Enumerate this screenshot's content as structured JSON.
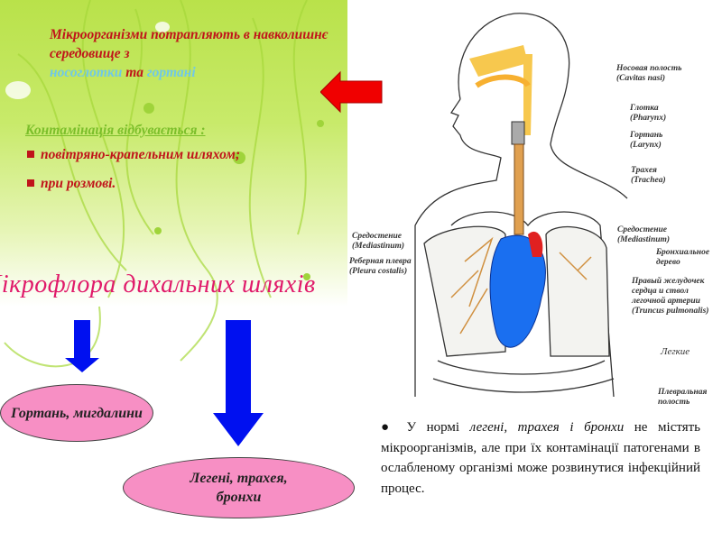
{
  "intro": {
    "line1": "Мікроорганізми потрапляють в навколишнє середовище з",
    "nasopharynx": "носоглотки",
    "and": "та",
    "larynx": "гортані"
  },
  "contamination": {
    "heading": "Контамінація відбувається :",
    "items": [
      "повітряно-крапельним шляхом;",
      "при розмові."
    ]
  },
  "title": "Мікрофлора    дихальних шляхів",
  "ellipses": {
    "upper": "Гортань, мигдалини",
    "lower": "Легені, трахея, бронхи"
  },
  "anatomy_labels": {
    "nasal_ru": "Носовая полость",
    "nasal_la": "(Cavitas nasi)",
    "pharynx_ru": "Глотка",
    "pharynx_la": "(Pharynx)",
    "larynx_ru": "Гортань",
    "larynx_la": "(Larynx)",
    "trachea_ru": "Трахея",
    "trachea_la": "(Trachea)",
    "mediastinum_left_ru": "Средостение",
    "mediastinum_left_la": "(Mediastinum)",
    "pleura_ru": "Реберная плевра",
    "pleura_la": "(Pleura costalis)",
    "mediastinum_right_ru": "Средостение",
    "mediastinum_right_la": "(Mediastinum)",
    "bronchial_1": "Бронхиальное",
    "bronchial_2": "дерево",
    "ventricle_1": "Правый желудочек",
    "ventricle_2": "сердца и ствол",
    "ventricle_3": "легочной артерии",
    "ventricle_4": "(Truncus pulmonalis)",
    "lungs": "Легкие",
    "pleural_cavity_1": "Плевральная",
    "pleural_cavity_2": "полость"
  },
  "note": {
    "bullet": "●",
    "pre": "У нормі",
    "organs": "легені, трахея і бронхи",
    "post": "не містять мікроорганізмів, але при їх контамінації патогенами в ослабленому організмі може розвинутися інфекційний процес."
  },
  "colors": {
    "red_text": "#c0141a",
    "title_pink": "#e01a6a",
    "arrow_blue": "#0010f0",
    "arrow_red": "#f00000",
    "ellipse_pink": "#f78fc4"
  }
}
